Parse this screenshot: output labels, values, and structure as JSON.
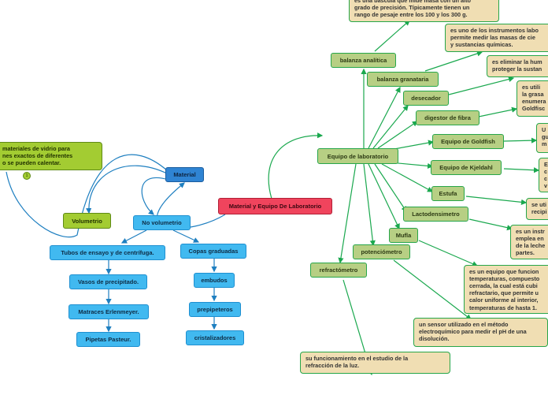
{
  "root": "Material y Equipo De Laboratorio",
  "material": {
    "label": "Material",
    "volumetrio": "Volumetrio",
    "no_volumetrio": "No volumetrio",
    "note": "materiales de vidrio para\nnes exactos de diferentes\no se pueden calentar.",
    "badge": "1",
    "left_column": [
      "Tubos de ensayo y de centrífuga.",
      "Vasos de precipitado.",
      "Matraces Erlenmeyer.",
      "Pipetas Pasteur."
    ],
    "right_column": [
      "Copas graduadas",
      "embudos",
      "prepipeteros",
      "cristalizadores"
    ]
  },
  "equipo": {
    "label": "Equipo de laboratorio",
    "items": {
      "balanza_analitica": "balanza analítica",
      "balanza_granataria": "balanza granataria",
      "desecador": "desecador",
      "digestor": "digestor de fibra",
      "goldfish": "Equipo de Goldfish",
      "kjeldahl": "Equipo de Kjeldahl",
      "estufa": "Estufa",
      "lactodensimetro": "Lactodensimetro",
      "mufla": "Mufla",
      "potenciometro": "potenciómetro",
      "refractometro": "refractómetro"
    },
    "notes": {
      "balanza_analitica": "es una báscula que mide masa con un alto\ngrado de precisión. Típicamente tienen un\nrango de pesaje entre los 100 y los 300 g.",
      "balanza_granataria": "es uno de los instrumentos labo\npermite medir las masas de cie\ny sustancias químicas.",
      "desecador": "es eliminar la hum\nproteger la sustan",
      "digestor": "es utili\nla grasa\nenumera\nGoldfisc",
      "goldfish": "U\ngu\nm",
      "kjeldahl": "E\nc\nc\nv",
      "estufa": "se uti\nrecipi",
      "lactodensimetro": "es un instr\nemplea en\nde la leche\npartes.",
      "mufla": "es un equipo que funcion\ntemperaturas, compuesto\ncerrada, la cual está cubi\nrefractario, que permite u\ncalor uniforme al interior,\ntemperaturas de hasta 1.",
      "potenciometro": "un sensor utilizado en el método\nelectroquímico para medir el pH de una\ndisolución.",
      "refractometro": "su funcionamiento en el estudio de la\nrefracción de la luz."
    }
  },
  "colors": {
    "edge_green": "#1aa84e",
    "edge_blue": "#1e7fc0",
    "node_green": "#b7cf84",
    "note_fill": "#f0deb3",
    "root_red": "#f0445d",
    "node_blue": "#41b9f0"
  }
}
